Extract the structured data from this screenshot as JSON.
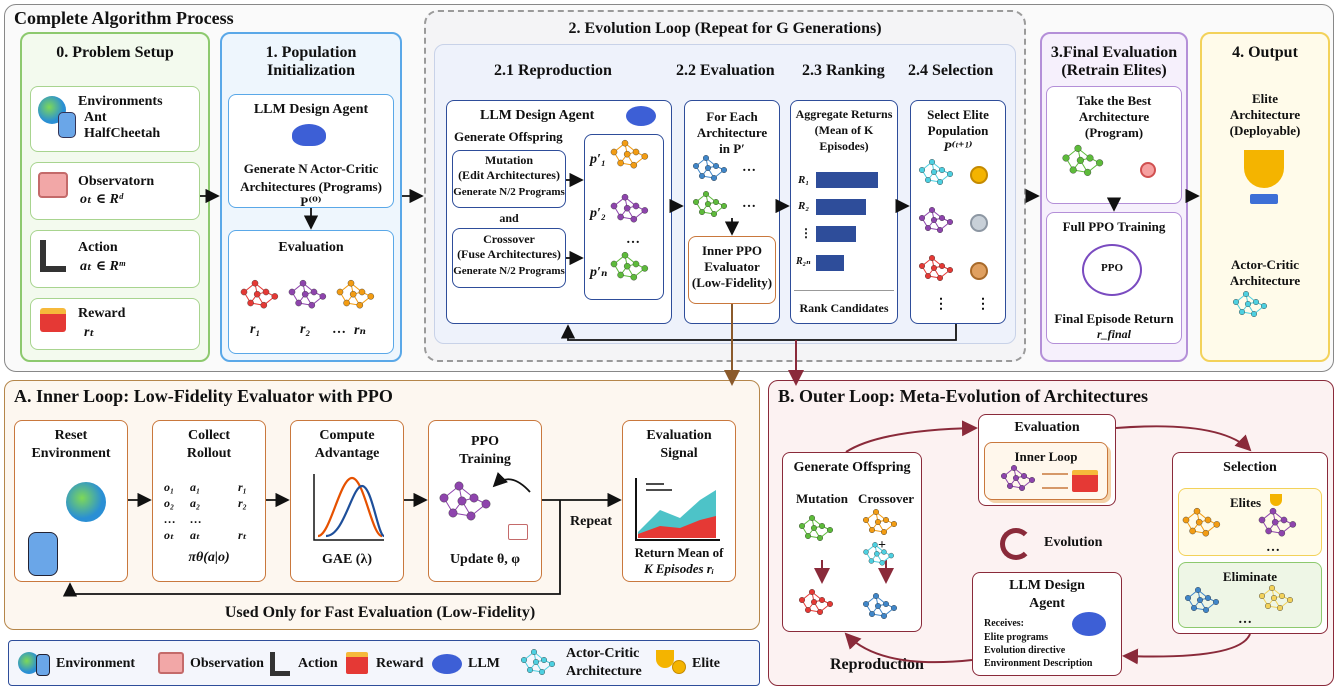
{
  "top": {
    "title": "Complete Algorithm Process",
    "setup": {
      "title": "0. Problem Setup",
      "env_title": "Environments",
      "env_1": "Ant",
      "env_2": "HalfCheetah",
      "obs_title": "Observatorn",
      "obs_math": "oₜ ∈ Rᵈ",
      "act_title": "Action",
      "act_math": "aₜ ∈ Rᵐ",
      "rew_title": "Reward",
      "rew_math": "rₜ"
    },
    "init": {
      "title_1": "1. Population",
      "title_2": "Initialization",
      "agent": "LLM Design Agent",
      "gen_1": "Generate N Actor-Critic",
      "gen_2": "Architectures (Programs) P⁽⁰⁾",
      "eval": "Evaluation",
      "r1": "r₁",
      "r2": "r₂",
      "dots": "…",
      "rN": "rₙ"
    },
    "loop": {
      "title": "2. Evolution Loop (Repeat for G Generations)",
      "h_repro": "2.1 Reproduction",
      "h_eval": "2.2 Evaluation",
      "h_rank": "2.3 Ranking",
      "h_sel": "2.4 Selection",
      "agent": "LLM Design Agent",
      "gen_off": "Generate Offspring",
      "mut_1": "Mutation",
      "mut_2": "(Edit Architectures)",
      "mut_3": "Generate N/2 Programs",
      "and": "and",
      "cro_1": "Crossover",
      "cro_2": "(Fuse Architectures)",
      "cro_3": "Generate N/2 Programs",
      "p1": "p′₁",
      "p2": "p′₂",
      "pN": "p′ₙ",
      "vdots": "…",
      "each_1": "For Each",
      "each_2": "Architecture",
      "each_3": "in P′",
      "inner_1": "Inner PPO",
      "inner_2": "Evaluator",
      "inner_3": "(Low-Fidelity)",
      "agg_1": "Aggregate Returns",
      "agg_2": "(Mean of K",
      "agg_3": "Episodes)",
      "R1": "R₁",
      "R2": "R₂",
      "Rv": "⋮",
      "R2N": "R₂ₙ",
      "rank_cand": "Rank Candidates",
      "sel_1": "Select Elite",
      "sel_2": "Population",
      "sel_3": "P⁽ᵗ⁺¹⁾"
    },
    "final": {
      "title_1": "3.Final Evaluation",
      "title_2": "(Retrain Elites)",
      "best_1": "Take the Best",
      "best_2": "Architecture",
      "best_3": "(Program)",
      "full": "Full PPO Training",
      "ppo": "PPO",
      "ret": "Final Episode Return",
      "rfinal": "r_final"
    },
    "output": {
      "title": "4. Output",
      "elite_1": "Elite",
      "elite_2": "Architecture",
      "elite_3": "(Deployable)",
      "ac_1": "Actor-Critic",
      "ac_2": "Architecture"
    }
  },
  "inner": {
    "title": "A. Inner Loop: Low-Fidelity Evaluator with PPO",
    "reset_1": "Reset",
    "reset_2": "Environment",
    "collect_1": "Collect",
    "collect_2": "Rollout",
    "rows": [
      [
        "o₁",
        "a₁",
        "r₁"
      ],
      [
        "o₂",
        "a₂",
        "r₂"
      ],
      [
        "…",
        "…",
        ""
      ],
      [
        "oₜ",
        "aₜ",
        "rₜ"
      ]
    ],
    "policy": "πθ(a|o)",
    "adv_1": "Compute",
    "adv_2": "Advantage",
    "gae": "GAE (λ)",
    "ppo_1": "PPO",
    "ppo_2": "Training",
    "update": "Update θ, φ",
    "sig_1": "Evaluation",
    "sig_2": "Signal",
    "ret_1": "Return Mean of",
    "ret_2": "K Episodes rᵢ",
    "repeat": "Repeat",
    "footer": "Used Only for Fast Evaluation (Low-Fidelity)"
  },
  "outer": {
    "title": "B. Outer Loop: Meta-Evolution of Architectures",
    "eval": "Evaluation",
    "inner_loop": "Inner Loop",
    "gen_off": "Generate Offspring",
    "mut": "Mutation",
    "cro": "Crossover",
    "plus": "+",
    "evolution": "Evolution",
    "selection": "Selection",
    "elites": "Elites",
    "eliminate": "Eliminate",
    "dots": "…",
    "agent_1": "LLM Design",
    "agent_2": "Agent",
    "recv": "Receives:",
    "recv_1": "Elite programs",
    "recv_2": "Evolution directive",
    "recv_3": "Environment Description",
    "reproduction": "Reproduction"
  },
  "legend": {
    "env": "Environment",
    "obs": "Observation",
    "act": "Action",
    "rew": "Reward",
    "llm": "LLM",
    "ac_1": "Actor-Critic",
    "ac_2": "Architecture",
    "elite": "Elite"
  },
  "colors": {
    "green": "#8dc96e",
    "blue": "#5aa8e8",
    "gray_dash": "#9a9a9a",
    "purple": "#b48fd8",
    "yellow": "#f3d25a",
    "brown": "#b5864a",
    "maroon": "#8a2a3a",
    "bar": "#2e4d9a",
    "red_net": "#e53935",
    "purple_net": "#8e44ad",
    "orange_net": "#f39c12",
    "green_net": "#5dbb3a",
    "cyan_net": "#4dd0e1",
    "blue_net": "#3f86c9"
  }
}
